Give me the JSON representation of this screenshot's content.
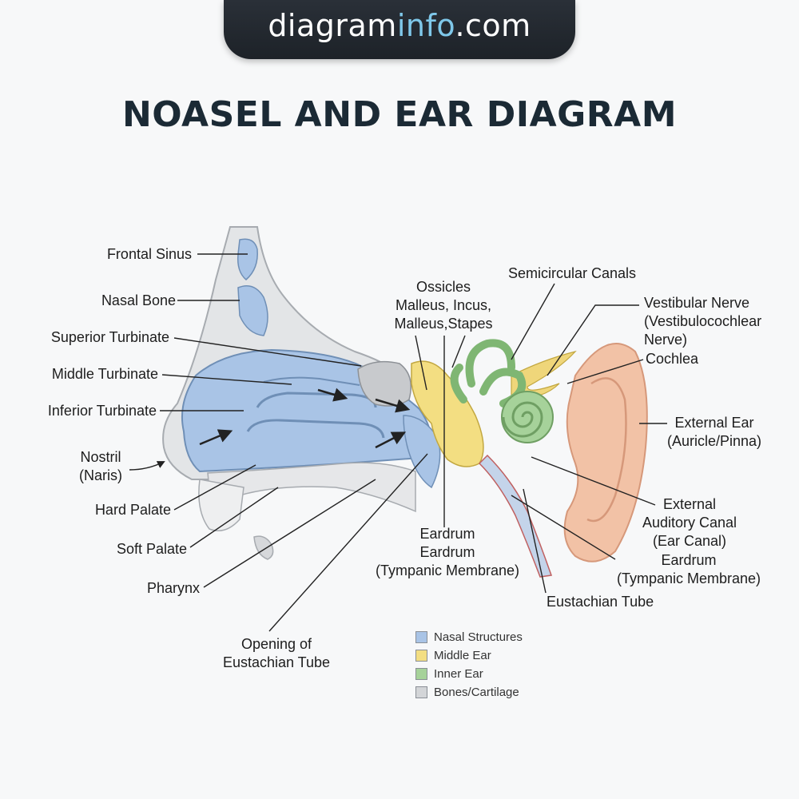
{
  "header": {
    "brand_part1": "diagram",
    "brand_part2": "info",
    "brand_part3": ".com",
    "title": "NOASEL AND EAR DIAGRAM"
  },
  "labels": {
    "frontal_sinus": "Frontal Sinus",
    "nasal_bone": "Nasal Bone",
    "superior_turbinate": "Superior Turbinate",
    "middle_turbinate": "Middle Turbinate",
    "inferior_turbinate": "Inferior Turbinate",
    "nostril_1": "Nostril",
    "nostril_2": "(Naris)",
    "hard_palate": "Hard Palate",
    "soft_palate": "Soft Palate",
    "pharynx": "Pharynx",
    "opening_1": "Opening of",
    "opening_2": "Eustachian Tube",
    "ossicles_1": "Ossicles",
    "ossicles_2": "Malleus, Incus,",
    "ossicles_3": "Malleus,Stapes",
    "semicircular": "Semicircular Canals",
    "vestibular_1": "Vestibular Nerve",
    "vestibular_2": "(Vestibulocochlear",
    "vestibular_3": "Nerve)",
    "cochlea": "Cochlea",
    "external_ear_1": "External Ear",
    "external_ear_2": "(Auricle/Pinna)",
    "eac_1": "External",
    "eac_2": "Auditory Canal",
    "eac_3": "(Ear Canal)",
    "eardrum_mid_1": "Eardrum",
    "eardrum_mid_2": "Eardrum",
    "eardrum_mid_3": "(Tympanic Membrane)",
    "eardrum_right_1": "Eardrum",
    "eardrum_right_2": "(Tympanic Membrane)",
    "eustachian": "Eustachian Tube"
  },
  "legend": [
    {
      "label": "Nasal Structures",
      "color": "#a9c4e6"
    },
    {
      "label": "Middle Ear",
      "color": "#f3de82"
    },
    {
      "label": "Inner Ear",
      "color": "#a6d29a"
    },
    {
      "label": "Bones/Cartilage",
      "color": "#d3d5d8"
    }
  ],
  "colors": {
    "nasal": "#a9c4e6",
    "middle_ear": "#f3de82",
    "inner_ear": "#9ccb8c",
    "bone": "#d3d5d8",
    "skin": "#f2c2a6"
  }
}
